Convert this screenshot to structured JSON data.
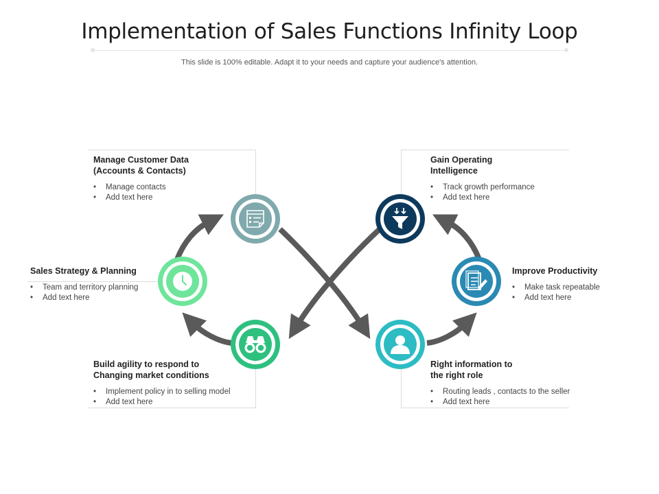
{
  "title": "Implementation of Sales Functions Infinity Loop",
  "subtitle": "This slide is 100% editable. Adapt it to your needs and capture your audience's attention.",
  "colors": {
    "arrow": "#5a5a5a",
    "teal_gray": "#7fa9ad",
    "light_green": "#6ee59b",
    "green": "#2ec07f",
    "navy": "#0d3a5c",
    "blue": "#2a8ab3",
    "teal": "#2dbcc3"
  },
  "nodes": [
    {
      "id": "manage-customer-data",
      "icon": "document-list-icon",
      "color": "#7fa9ad",
      "title_lines": [
        "Manage Customer Data",
        "(Accounts & Contacts)"
      ],
      "bullets": [
        "Manage contacts",
        "Add text here"
      ]
    },
    {
      "id": "sales-strategy",
      "icon": "clock-icon",
      "color": "#6ee59b",
      "title_lines": [
        "Sales Strategy & Planning"
      ],
      "bullets": [
        "Team and territory planning",
        "Add text here"
      ]
    },
    {
      "id": "build-agility",
      "icon": "binoculars-icon",
      "color": "#2ec07f",
      "title_lines": [
        "Build agility to respond to",
        "Changing market conditions"
      ],
      "bullets": [
        "Implement policy in to selling model",
        "Add text here"
      ]
    },
    {
      "id": "gain-intelligence",
      "icon": "funnel-icon",
      "color": "#0d3a5c",
      "title_lines": [
        "Gain Operating",
        "Intelligence"
      ],
      "bullets": [
        "Track growth performance",
        "Add text here"
      ]
    },
    {
      "id": "improve-productivity",
      "icon": "edit-document-icon",
      "color": "#2a8ab3",
      "title_lines": [
        "Improve Productivity"
      ],
      "bullets": [
        "Make task repeatable",
        "Add text here"
      ]
    },
    {
      "id": "right-information",
      "icon": "user-icon",
      "color": "#2dbcc3",
      "title_lines": [
        "Right information to",
        "the right role"
      ],
      "bullets": [
        "Routing leads ,  contacts to the seller",
        "Add text here"
      ]
    }
  ]
}
